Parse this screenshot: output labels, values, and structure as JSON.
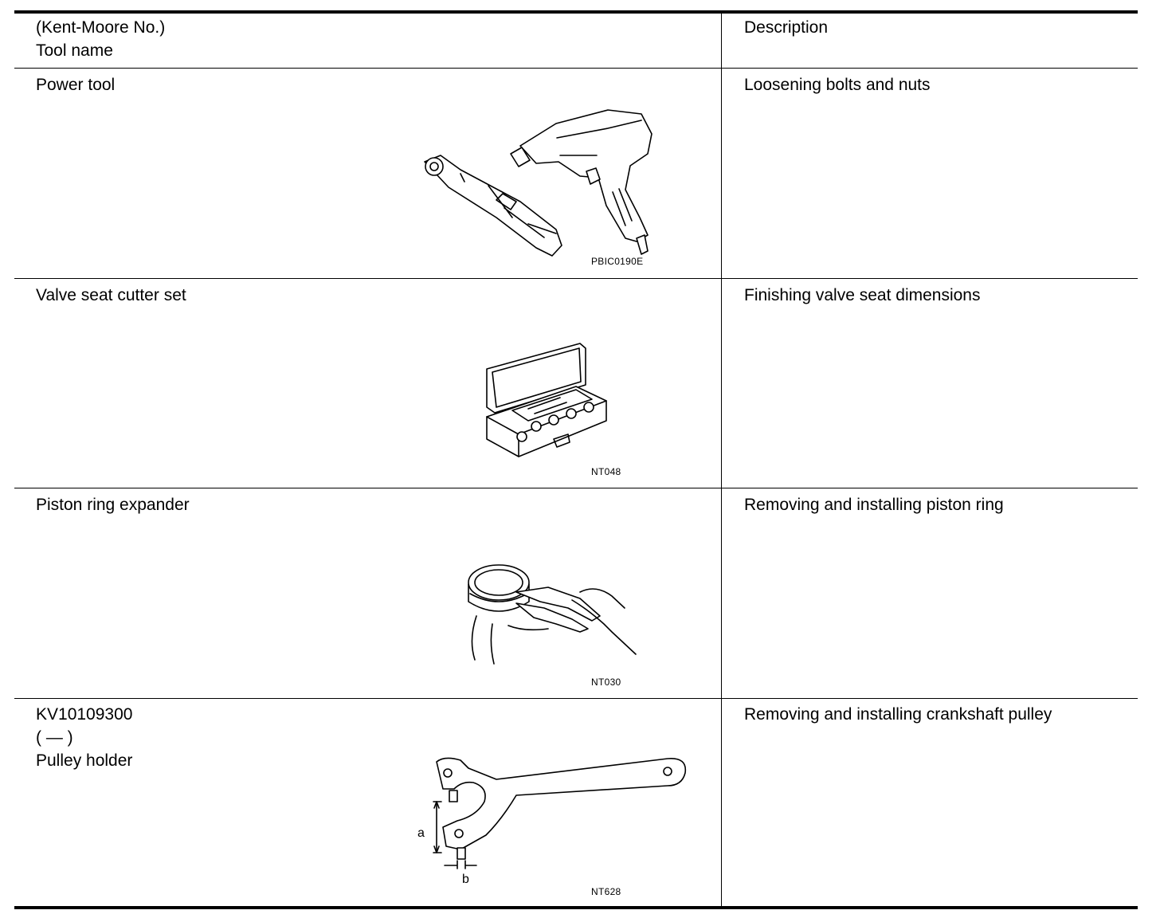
{
  "header": {
    "tool_line1": "(Kent-Moore No.)",
    "tool_line2": "Tool name",
    "description": "Description"
  },
  "rows": [
    {
      "name_lines": [
        "Power tool"
      ],
      "description": "Loosening bolts and nuts",
      "figure_code": "PBIC0190E",
      "figure_icon": "power-tool-illustration"
    },
    {
      "name_lines": [
        "Valve seat cutter set"
      ],
      "description": "Finishing valve seat dimensions",
      "figure_code": "NT048",
      "figure_icon": "valve-seat-cutter-set-illustration"
    },
    {
      "name_lines": [
        "Piston ring expander"
      ],
      "description": "Removing and installing piston ring",
      "figure_code": "NT030",
      "figure_icon": "piston-ring-expander-illustration"
    },
    {
      "name_lines": [
        "KV10109300",
        "(   —   )",
        "Pulley holder"
      ],
      "description": "Removing and installing crankshaft pulley",
      "figure_code": "NT628",
      "figure_icon": "pulley-holder-illustration",
      "dimension_labels": [
        "a",
        "b"
      ]
    }
  ]
}
